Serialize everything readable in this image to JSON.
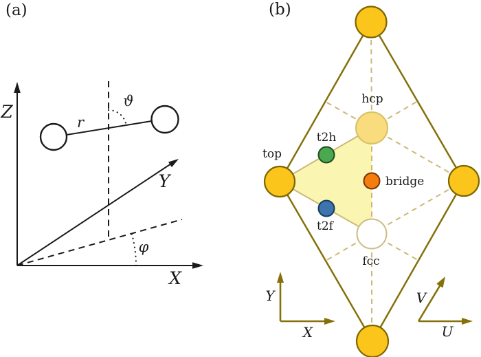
{
  "figure": {
    "panel_a": {
      "tag": "(a)",
      "axis_z": "Z",
      "axis_x": "X",
      "axis_y": "Y",
      "bond_length": "r",
      "polar_angle": "ϑ",
      "azimuthal_angle": "φ"
    },
    "panel_b": {
      "tag": "(b)",
      "site_top": "top",
      "site_hcp": "hcp",
      "site_t2h": "t2h",
      "site_bridge": "bridge",
      "site_t2f": "t2f",
      "site_fcc": "fcc",
      "axis_x": "X",
      "axis_y": "Y",
      "axis_u": "U",
      "axis_v": "V"
    },
    "colors": {
      "ink": "#1A1A1A",
      "gold_fill": "#FBC51C",
      "gold_stroke": "#7E6703",
      "hcp_fill": "#F8DC7D",
      "hcp_stroke": "#D9C066",
      "fcc_fill": "#FFFFFF",
      "fcc_stroke": "#CDBC85",
      "triangle_fill": "#FAF5B0",
      "tan_line": "#CBB878",
      "olive_line": "#85700A",
      "green_fill": "#4AA94E",
      "green_stroke": "#1E4D1E",
      "blue_fill": "#3D74AE",
      "blue_stroke": "#173A5E",
      "orange_fill": "#F47D0E",
      "orange_stroke": "#793305"
    }
  }
}
